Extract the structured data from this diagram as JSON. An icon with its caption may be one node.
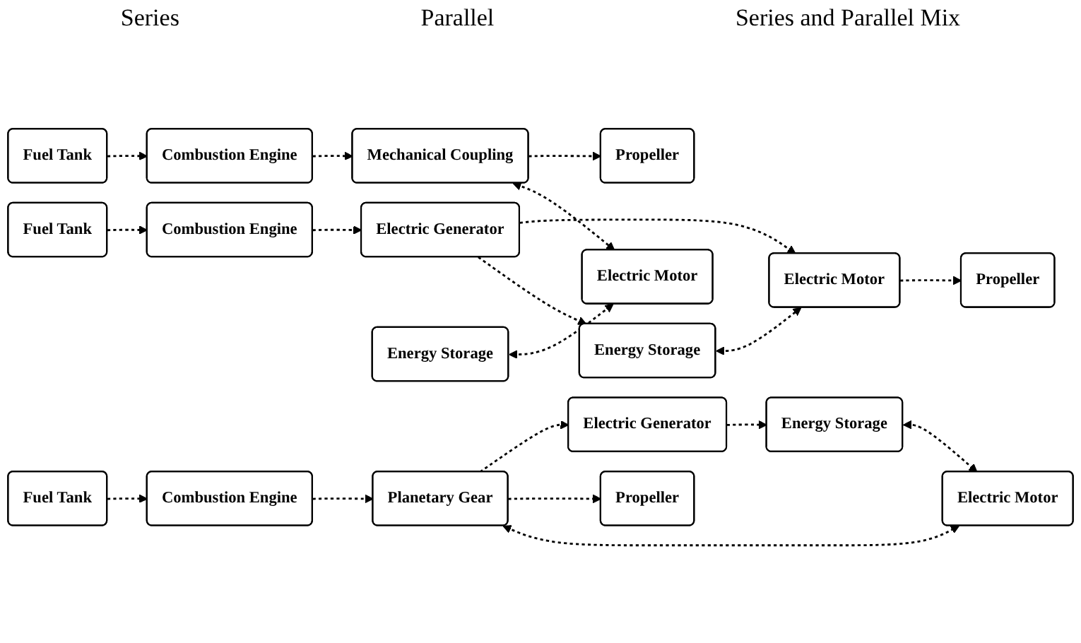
{
  "diagram": {
    "nodes": [
      {
        "text": [
          "Fuel Tank"
        ]
      },
      {
        "text": [
          "Combustion Engine"
        ]
      },
      {
        "text": [
          "Electric Generator"
        ]
      },
      {
        "text": [
          "Electric Motor"
        ]
      },
      {
        "text": [
          "Propeller"
        ]
      },
      {
        "text": [
          "Energy Storage"
        ]
      },
      {
        "text": [
          "Fuel Tank"
        ]
      },
      {
        "text": [
          "Combustion Engine"
        ]
      },
      {
        "text": [
          "Mechanical Coupling"
        ]
      },
      {
        "text": [
          "Propeller"
        ]
      },
      {
        "text": [
          "Energy Storage"
        ]
      },
      {
        "text": [
          "Electric Motor"
        ]
      },
      {
        "text": [
          "Fuel Tank"
        ]
      },
      {
        "text": [
          "Combustion Engine"
        ]
      },
      {
        "text": [
          "Electric Generator"
        ]
      },
      {
        "text": [
          "Planetary Gear"
        ]
      },
      {
        "text": [
          "Propeller"
        ]
      },
      {
        "text": [
          "Energy Storage"
        ]
      },
      {
        "text": [
          "Electric Motor"
        ]
      }
    ],
    "edges": [
      {
        "from": 0,
        "to": 1,
        "arrow": "to",
        "style": "dashed"
      },
      {
        "from": 1,
        "to": 2,
        "arrow": "to",
        "style": "dashed"
      },
      {
        "from": 2,
        "to": 3,
        "arrow": "to",
        "style": "dashed"
      },
      {
        "from": 3,
        "to": 4,
        "arrow": "to",
        "style": "dashed"
      },
      {
        "from": 2,
        "to": 5,
        "arrow": "to",
        "style": "dashed"
      },
      {
        "from": 5,
        "to": 3,
        "arrow": "both",
        "style": "dashed"
      },
      {
        "from": 6,
        "to": 7,
        "arrow": "to",
        "style": "dashed"
      },
      {
        "from": 7,
        "to": 8,
        "arrow": "to",
        "style": "dashed"
      },
      {
        "from": 8,
        "to": 9,
        "arrow": "to",
        "style": "dashed"
      },
      {
        "from": 8,
        "to": 11,
        "arrow": "both",
        "style": "dashed"
      },
      {
        "from": 10,
        "to": 11,
        "arrow": "both",
        "style": "dashed"
      },
      {
        "from": 12,
        "to": 13,
        "arrow": "to",
        "style": "dashed"
      },
      {
        "from": 13,
        "to": 15,
        "arrow": "to",
        "style": "dashed"
      },
      {
        "from": 15,
        "to": 14,
        "arrow": "to",
        "style": "dashed"
      },
      {
        "from": 15,
        "to": 16,
        "arrow": "to",
        "style": "dashed"
      },
      {
        "from": 15,
        "to": 18,
        "arrow": "both",
        "style": "dashed"
      },
      {
        "from": 14,
        "to": 17,
        "arrow": "to",
        "style": "dashed"
      },
      {
        "from": 17,
        "to": 18,
        "arrow": "both",
        "style": "dashed"
      }
    ],
    "labels": [
      "Series",
      "Parallel",
      "Series and Parallel Mix"
    ]
  }
}
